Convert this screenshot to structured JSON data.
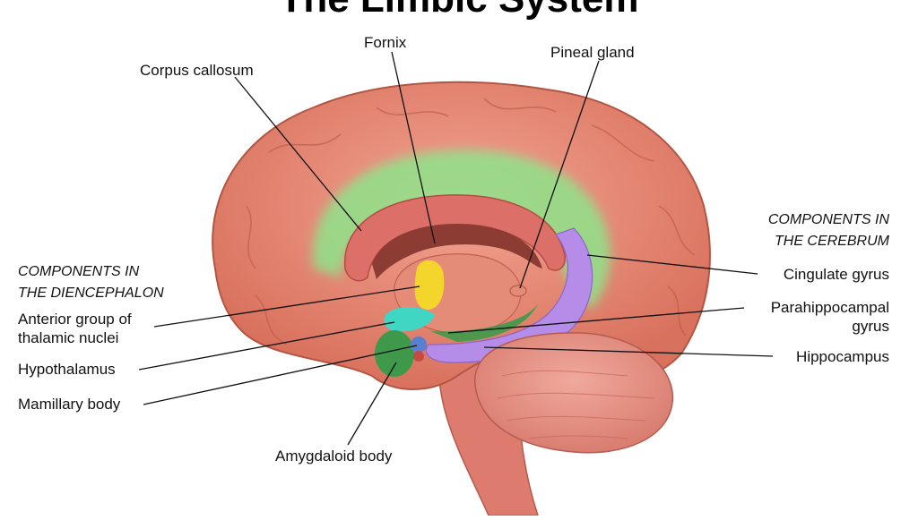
{
  "title": "The Limbic System",
  "sections": {
    "diencephalon_line1": "COMPONENTS IN",
    "diencephalon_line2": "THE DIENCEPHALON",
    "cerebrum_line1": "COMPONENTS IN",
    "cerebrum_line2": "THE CEREBRUM"
  },
  "labels": {
    "fornix": "Fornix",
    "corpus_callosum": "Corpus callosum",
    "pineal_gland": "Pineal gland",
    "anterior_line1": "Anterior group of",
    "anterior_line2": "thalamic nuclei",
    "hypothalamus": "Hypothalamus",
    "mamillary_body": "Mamillary body",
    "amygdaloid_body": "Amygdaloid body",
    "cingulate_gyrus": "Cingulate gyrus",
    "parahippocampal_line1": "Parahippocampal",
    "parahippocampal_line2": "gyrus",
    "hippocampus": "Hippocampus"
  },
  "colors": {
    "cortex": "#e58c78",
    "cortex_dark": "#c9644f",
    "cingulate": "#8fe38a",
    "corpus_callosum": "#dc7068",
    "fornix": "#8c3c32",
    "thalamic_nuclei": "#f4d52c",
    "hypothalamus": "#3fd6c4",
    "hippocampus": "#b58ce8",
    "mamillary": "#5a7fd0",
    "amygdala": "#3e9a4a",
    "cerebellum": "#e7978a",
    "brainstem": "#dd7c6e"
  }
}
